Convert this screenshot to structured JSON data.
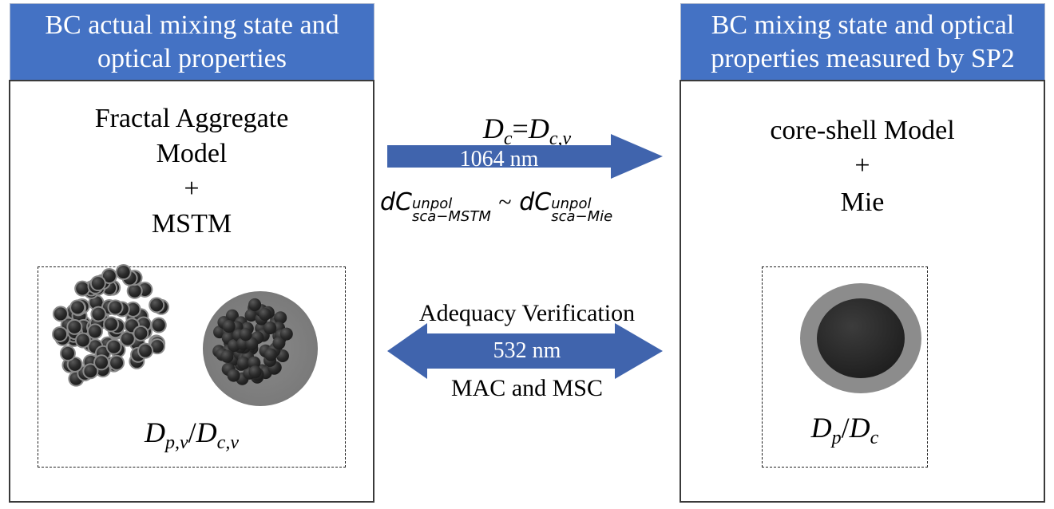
{
  "left_panel": {
    "header_lines": [
      "BC actual mixing state and",
      "optical properties"
    ],
    "model_lines": [
      "Fractal Aggregate",
      "Model",
      "+",
      "MSTM"
    ],
    "illustrations": [
      "fractal-aggregate-bare",
      "fractal-aggregate-coated"
    ],
    "ratio_label": {
      "main1": "D",
      "sub1": "p,v",
      "sep": "/",
      "main2": "D",
      "sub2": "c,v"
    }
  },
  "right_panel": {
    "header_lines": [
      "BC mixing state and optical",
      "properties measured by SP2"
    ],
    "model_lines": [
      "core-shell Model",
      "+",
      "Mie"
    ],
    "illustrations": [
      "core-shell-sphere"
    ],
    "ratio_label": {
      "main1": "D",
      "sub1": "p",
      "sep": "/",
      "main2": "D",
      "sub2": "c"
    }
  },
  "top_arrow": {
    "direction": "right",
    "label": "1064 nm",
    "above": {
      "main1": "D",
      "sub1": "c",
      "sep": "=",
      "main2": "D",
      "sub2": "c,v"
    },
    "below": {
      "d1": "dC",
      "sup1": "unpol",
      "sub1": "sca−MSTM",
      "tilde": "~",
      "d2": "dC",
      "sup2": "unpol",
      "sub2": "sca−Mie"
    }
  },
  "bottom_arrow": {
    "direction": "both",
    "label": "532 nm",
    "above": "Adequacy Verification",
    "below": "MAC and MSC"
  },
  "colors": {
    "header_fill": "#4472c4",
    "arrow_fill": "#4064ad",
    "shell": "#8c8c8c",
    "core": "#2a2a2a"
  }
}
